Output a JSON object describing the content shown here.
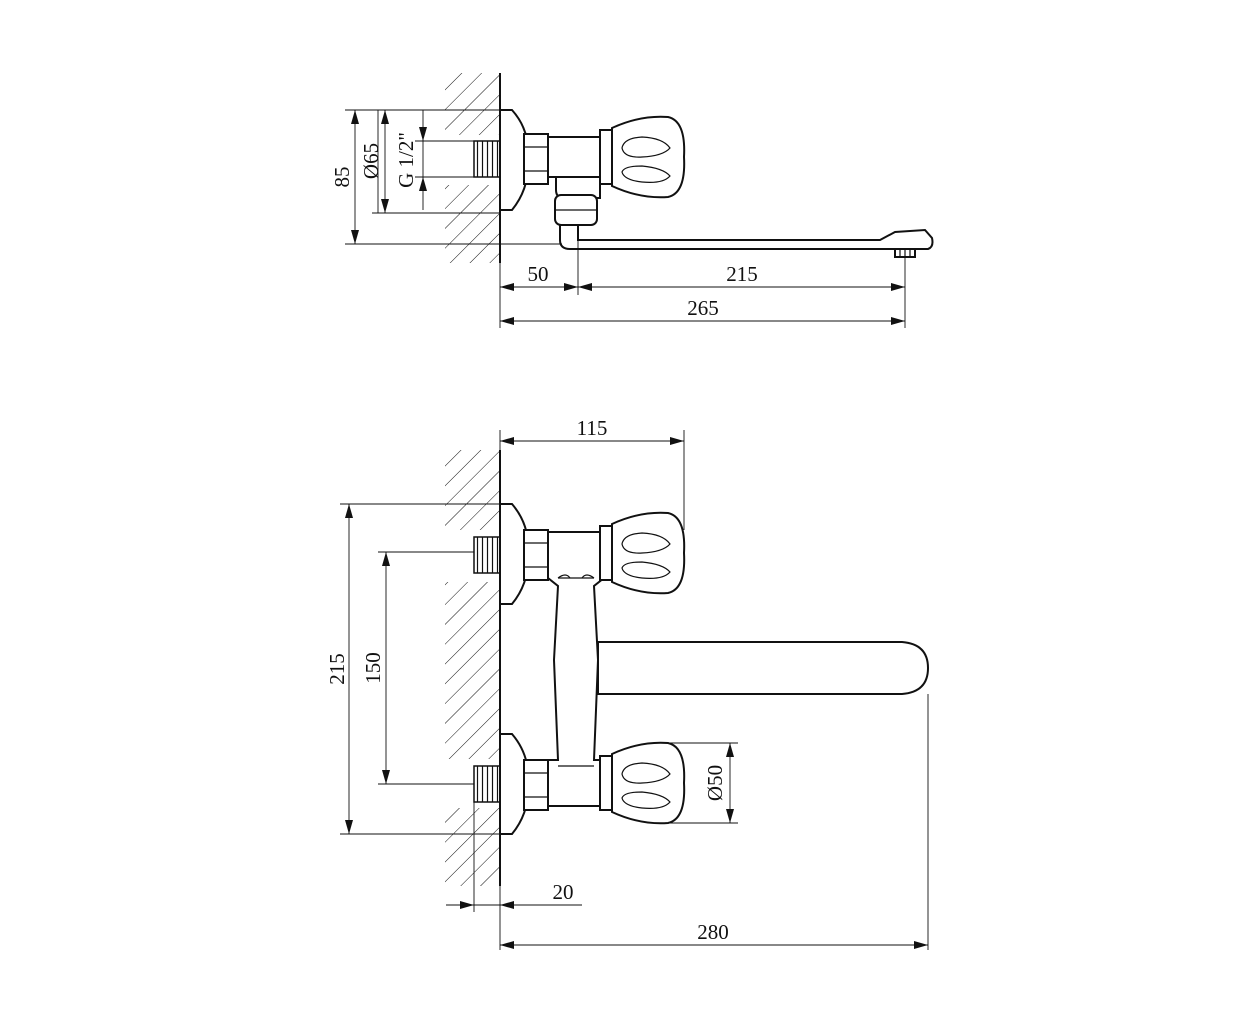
{
  "top_view": {
    "dim_height": "85",
    "dim_diameter": "Ø65",
    "dim_thread": "G 1/2\"",
    "dim_offset": "50",
    "dim_spout": "215",
    "dim_total": "265"
  },
  "front_view": {
    "dim_width": "115",
    "dim_height": "215",
    "dim_centers": "150",
    "dim_knob_diameter": "Ø50",
    "dim_depth": "20",
    "dim_total": "280"
  }
}
